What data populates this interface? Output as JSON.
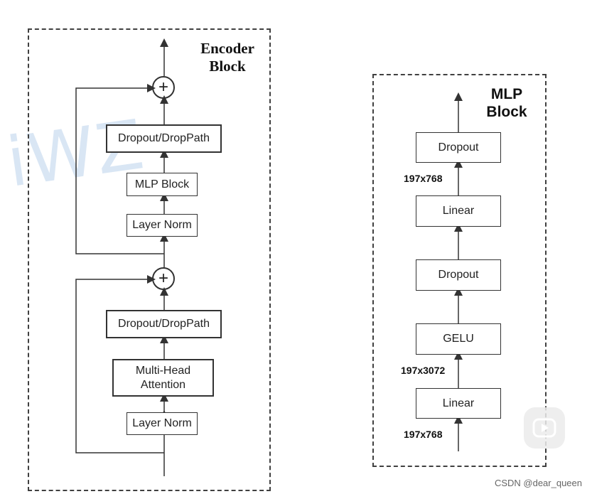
{
  "encoder": {
    "title_line1": "Encoder",
    "title_line2": "Block",
    "layers": {
      "dropout_top": "Dropout/DropPath",
      "mlp_block": "MLP Block",
      "norm_top": "Layer Norm",
      "dropout_bottom": "Dropout/DropPath",
      "attention_line1": "Multi-Head",
      "attention_line2": "Attention",
      "norm_bottom": "Layer Norm"
    },
    "add_symbol": "+"
  },
  "mlp": {
    "title_line1": "MLP",
    "title_line2": "Block",
    "layers": {
      "dropout_top": "Dropout",
      "linear_top": "Linear",
      "dropout_mid": "Dropout",
      "gelu": "GELU",
      "linear_bottom": "Linear"
    },
    "dims": {
      "output": "197x768",
      "hidden": "197x3072",
      "input": "197x768"
    }
  },
  "watermark": "iWZ",
  "footer": "CSDN @dear_queen",
  "colors": {
    "line": "#333333",
    "watermark": "#d9e6f4"
  }
}
